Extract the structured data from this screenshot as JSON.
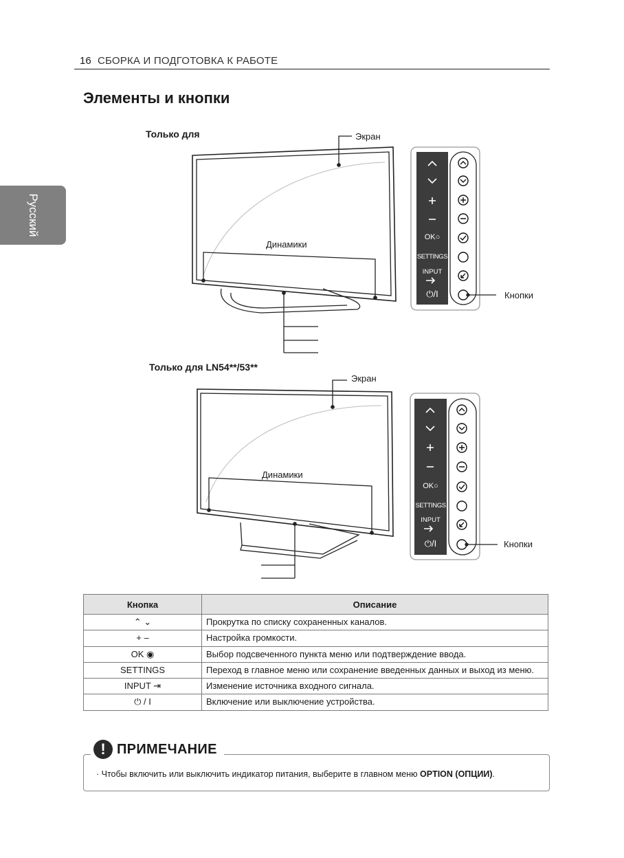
{
  "header": {
    "page_number": "16",
    "section_title": "СБОРКА И ПОДГОТОВКА К РАБОТЕ"
  },
  "side_tab": {
    "label": "Русский"
  },
  "page_title": "Элементы и кнопки",
  "diagram1": {
    "caption": "Только для",
    "screen_label": "Экран",
    "speakers_label": "Динамики",
    "buttons_label": "Кнопки"
  },
  "diagram2": {
    "caption": "Только для LN54**/53**",
    "screen_label": "Экран",
    "speakers_label": "Динамики",
    "buttons_label": "Кнопки"
  },
  "button_panel": {
    "ok": "OK○",
    "settings": "SETTINGS",
    "input": "INPUT",
    "power": "⏻/I"
  },
  "table": {
    "col_button": "Кнопка",
    "col_description": "Описание",
    "rows": [
      {
        "button": "⌃ ⌄",
        "description": "Прокрутка по списку сохраненных каналов."
      },
      {
        "button": "+ –",
        "description": "Настройка громкости."
      },
      {
        "button": "OK ◉",
        "description": "Выбор подсвеченного пункта меню или подтверждение ввода."
      },
      {
        "button": "SETTINGS",
        "description": "Переход в главное меню или сохранение введенных данных и выход из меню."
      },
      {
        "button": "INPUT ⇥",
        "description": "Изменение источника входного сигнала."
      },
      {
        "button": "⏻ / I",
        "description": "Включение или выключение устройства."
      }
    ]
  },
  "note": {
    "title": "ПРИМЕЧАНИЕ",
    "text_before": "· Чтобы включить или выключить индикатор питания, выберите в главном меню ",
    "text_bold": "OPTION (ОПЦИИ)",
    "text_after": "."
  }
}
